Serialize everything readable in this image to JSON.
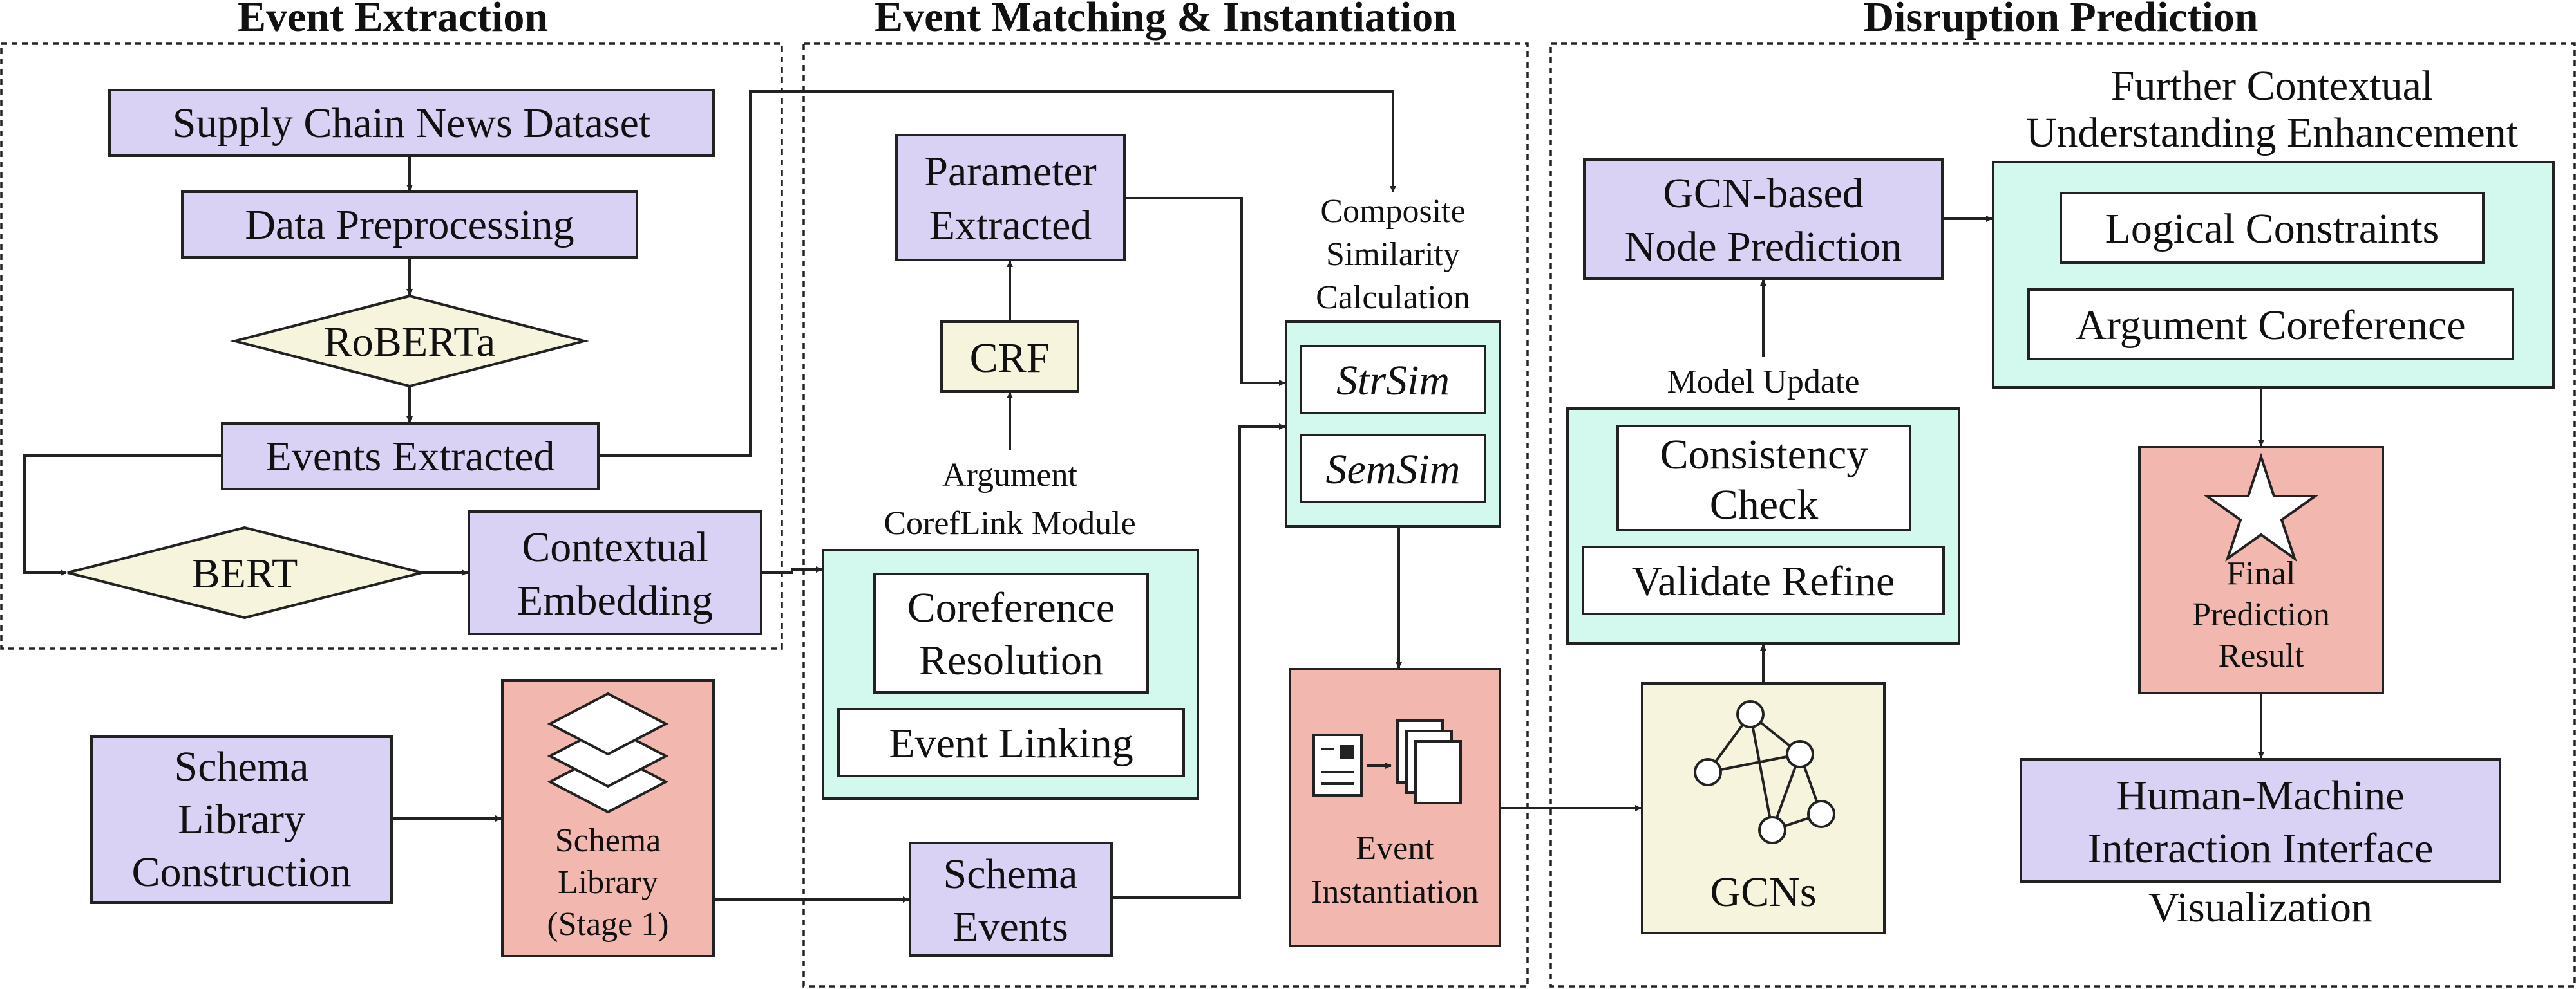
{
  "headings": {
    "event_extraction": "Event Extraction",
    "event_matching": "Event Matching & Instantiation",
    "disruption_prediction": "Disruption Prediction"
  },
  "extraction": {
    "dataset": "Supply Chain News Dataset",
    "preprocessing": "Data Preprocessing",
    "roberta": "RoBERTa",
    "events_extracted": "Events Extracted",
    "bert": "BERT",
    "contextual_embedding": [
      "Contextual",
      "Embedding"
    ]
  },
  "schema": {
    "construction": [
      "Schema",
      "Library",
      "Construction"
    ],
    "library_stage1": [
      "Schema",
      "Library",
      "(Stage 1)"
    ]
  },
  "matching": {
    "parameter_extracted": [
      "Parameter",
      "Extracted"
    ],
    "crf": "CRF",
    "coreflink_label": [
      "Argument",
      "CorefLink Module"
    ],
    "coreference_resolution": [
      "Coreference",
      "Resolution"
    ],
    "event_linking": "Event Linking",
    "composite_label": [
      "Composite",
      "Similarity",
      "Calculation"
    ],
    "strsim": "StrSim",
    "semsim": "SemSim",
    "event_instantiation": [
      "Event",
      "Instantiation"
    ],
    "schema_events": [
      "Schema",
      "Events"
    ]
  },
  "prediction": {
    "gcn_node_prediction": [
      "GCN-based",
      "Node Prediction"
    ],
    "further_label": [
      "Further Contextual",
      "Understanding Enhancement"
    ],
    "logical_constraints": "Logical Constraints",
    "argument_coreference": "Argument Coreference",
    "model_update": "Model Update",
    "consistency_check": [
      "Consistency",
      "Check"
    ],
    "validate_refine": "Validate Refine",
    "final_result": [
      "Final",
      "Prediction",
      "Result"
    ],
    "gcns": "GCNs",
    "hmi": [
      "Human-Machine",
      "Interaction Interface"
    ],
    "visualization": "Visualization"
  },
  "icons": {
    "layers": "layers-icon",
    "documents": "documents-icon",
    "graph": "graph-icon",
    "star": "star-icon"
  },
  "colors": {
    "purple": "#d9d2f5",
    "mint": "#d3f8ee",
    "cream": "#f7f4de",
    "salmon": "#f2b8b0"
  }
}
